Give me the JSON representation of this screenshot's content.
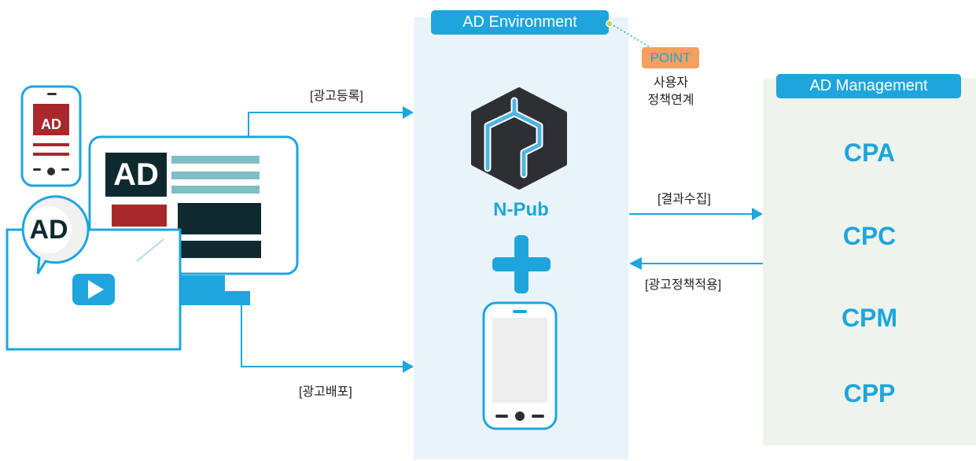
{
  "environment": {
    "title": "AD Environment",
    "product": "N-Pub"
  },
  "point": {
    "badge": "POINT",
    "line1": "사용자",
    "line2": "정책연계"
  },
  "management": {
    "title": "AD Management",
    "models": [
      "CPA",
      "CPC",
      "CPM",
      "CPP"
    ]
  },
  "flows": {
    "register": "[광고등록]",
    "distribute": "[광고배포]",
    "collect": "[결과수집]",
    "apply_policy": "[광고정책적용]"
  },
  "icons": {
    "phone_ad": "AD",
    "monitor_ad": "AD",
    "bubble_ad": "AD"
  },
  "colors": {
    "accent": "#1ea5dd",
    "dark": "#0f2a2e",
    "red": "#a8282c",
    "teal_bar": "#7fbec4",
    "point_orange": "#f5a05d"
  }
}
